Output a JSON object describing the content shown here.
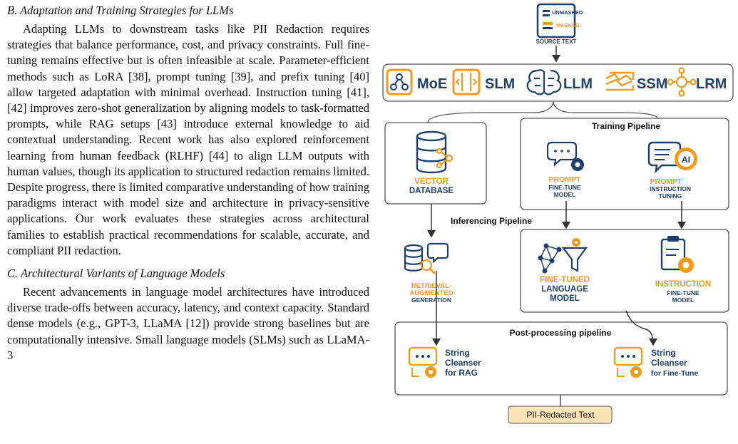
{
  "left": {
    "heading_b": "B. Adaptation and Training Strategies for LLMs",
    "para_b": "Adapting LLMs to downstream tasks like PII Redaction requires strategies that balance performance, cost, and privacy constraints. Full fine-tuning remains effective but is often infeasible at scale. Parameter-efficient methods such as LoRA [38], prompt tuning [39], and prefix tuning [40] allow targeted adaptation with minimal overhead. Instruction tuning [41], [42] improves zero-shot generalization by aligning models to task-formatted prompts, while RAG setups [43] introduce external knowledge to aid contextual understanding. Recent work has also explored reinforcement learning from human feedback (RLHF) [44] to align LLM outputs with human values, though its application to structured redaction remains limited. Despite progress, there is limited comparative understanding of how training paradigms interact with model size and architecture in privacy-sensitive applications. Our work evaluates these strategies across architectural families to establish practical recommendations for scalable, accurate, and compliant PII redaction.",
    "heading_c": "C. Architectural Variants of Language Models",
    "para_c": "Recent advancements in language model architectures have introduced diverse trade-offs between accuracy, latency, and context capacity. Standard dense models (e.g., GPT-3, LLaMA [12]) provide strong baselines but are computationally intensive. Small language models (SLMs) such as LLaMA-3"
  },
  "diagram": {
    "source_unmasked": "UNMASKED",
    "source_masked": "MASKED",
    "source_caption": "SOURCE TEXT",
    "models": [
      "MoE",
      "SLM",
      "LLM",
      "SSM",
      "LRM"
    ],
    "vector_db_1": "VECTOR",
    "vector_db_2": "DATABASE",
    "training_title": "Training Pipeline",
    "prompt_ft_1": "PROMPT",
    "prompt_ft_2": "FINE-TUNE",
    "prompt_ft_3": "MODEL",
    "prompt_it_1": "PROMPT",
    "prompt_it_2": "INSTRUCTION",
    "prompt_it_3": "TUNING",
    "inferencing_title": "Inferencing Pipeline",
    "rag_1": "RETRIEVAL-",
    "rag_2": "AUGMENTED",
    "rag_3": "GENERATION",
    "ftlm_1": "FINE-TUNED",
    "ftlm_2": "LANGUAGE",
    "ftlm_3": "MODEL",
    "inst_1": "INSTRUCTION",
    "inst_2": "FINE-TUNE",
    "inst_3": "MODEL",
    "post_title": "Post-processing pipeline",
    "sc_rag_1": "String",
    "sc_rag_2": "Cleanser",
    "sc_rag_3": "for RAG",
    "sc_ft_1": "String",
    "sc_ft_2": "Cleanser",
    "sc_ft_3": "for Fine-Tune",
    "ai_badge": "AI",
    "output": "PII-Redacted Text",
    "colors": {
      "orange": "#f39a1e",
      "navy": "#1c3f6e",
      "light_orange": "#fde3b5"
    }
  }
}
